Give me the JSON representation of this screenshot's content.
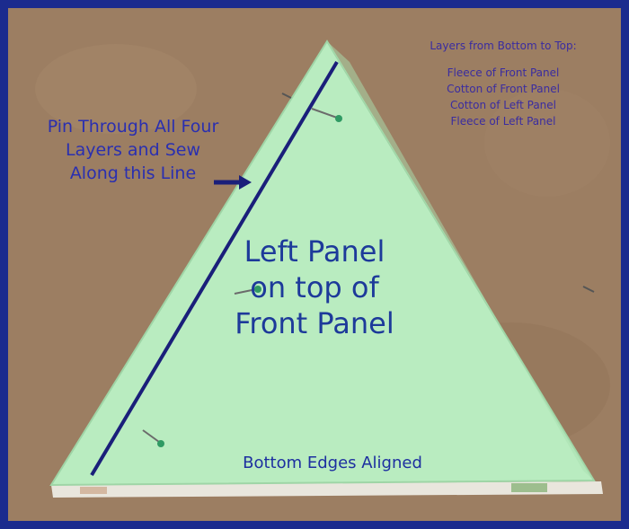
{
  "labels": {
    "pin_line1": "Pin Through All Four",
    "pin_line2": "Layers and Sew",
    "pin_line3": "Along this Line",
    "center_line1": "Left Panel",
    "center_line2": "on top of",
    "center_line3": "Front Panel",
    "bottom": "Bottom Edges Aligned"
  },
  "layers": {
    "title": "Layers from Bottom to Top:",
    "items": [
      "Fleece of Front Panel",
      "Cotton of Front Panel",
      "Cotton of Left Panel",
      "Fleece of Left Panel"
    ]
  },
  "colors": {
    "frame": "#1b2b8e",
    "background": "#9c7e62",
    "fabric": "#b9ecc0",
    "sew_line": "#1a1f7a",
    "text": "#2a2fb0"
  }
}
